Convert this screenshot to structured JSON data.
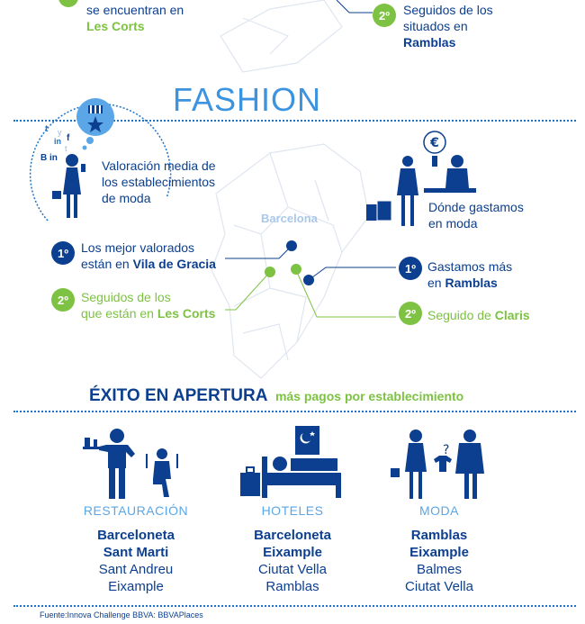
{
  "top": {
    "left_text": "se encuentran en",
    "left_bold": "Les Corts",
    "right_badge": "2º",
    "right_text_1": "Seguidos de los",
    "right_text_2": "situados en",
    "right_bold": "Ramblas"
  },
  "fashion": {
    "title": "FASHION",
    "bubble_text": [
      "Valoración media de",
      "los establecimientos",
      "de moda"
    ],
    "spend_text": [
      "Dónde gastamos",
      "en moda"
    ],
    "map_label": "Barcelona",
    "left_items": [
      {
        "badge": "1º",
        "text": "Los mejor valorados",
        "text2_pre": "están en ",
        "bold": "Vila de Gracia"
      },
      {
        "badge": "2º",
        "text": "Seguidos de los",
        "text2_pre": "que están en ",
        "bold": "Les Corts"
      }
    ],
    "right_items": [
      {
        "badge": "1º",
        "text": "Gastamos más",
        "text2_pre": "en ",
        "bold": "Ramblas"
      },
      {
        "badge": "2º",
        "text": "Seguido de ",
        "bold": "Claris"
      }
    ]
  },
  "exito": {
    "title": "ÉXITO EN APERTURA",
    "subtitle": "más pagos por establecimiento",
    "columns": [
      {
        "title": "RESTAURACIÓN",
        "items": [
          "Barceloneta",
          "Sant Marti",
          "Sant Andreu",
          "Eixample"
        ]
      },
      {
        "title": "HOTELES",
        "items": [
          "Barceloneta",
          "Eixample",
          "Ciutat Vella",
          "Ramblas"
        ]
      },
      {
        "title": "MODA",
        "items": [
          "Ramblas",
          "Eixample",
          "Balmes",
          "Ciutat Vella"
        ]
      }
    ]
  },
  "source": "Fuente:Innova Challenge BBVA: BBVAPlaces",
  "colors": {
    "navy": "#0c3f8f",
    "green": "#7dc242",
    "light_blue": "#5aa6e6",
    "map": "#dfe6ef"
  }
}
